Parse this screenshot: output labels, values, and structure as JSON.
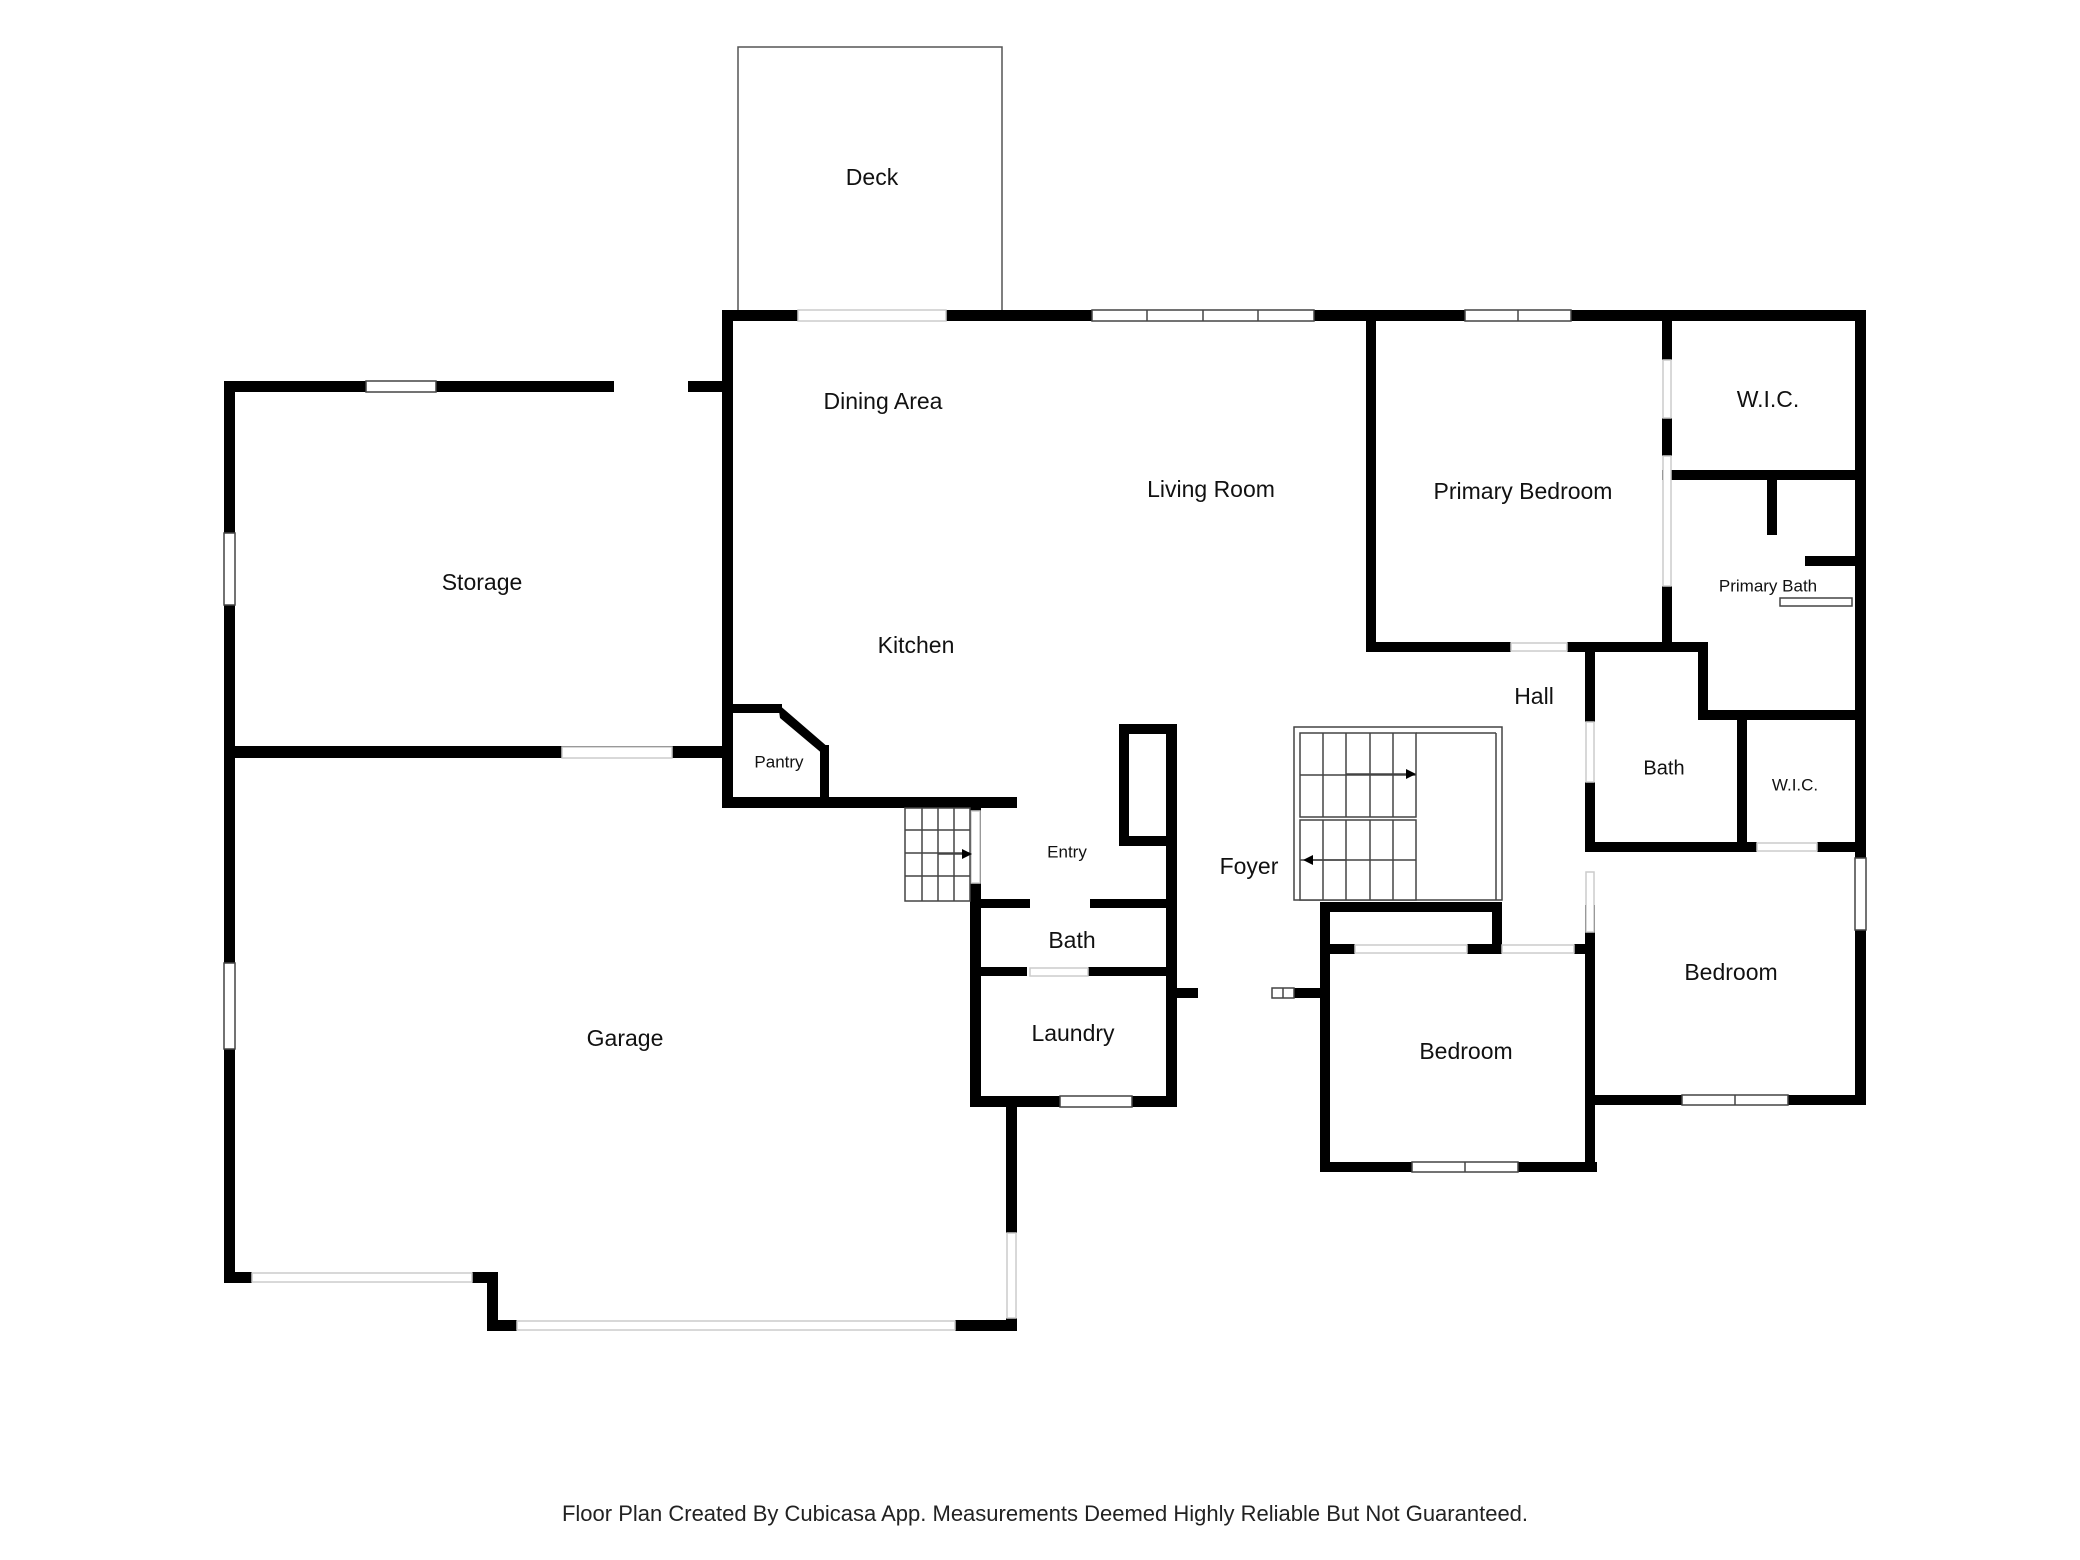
{
  "floorplan": {
    "rooms": {
      "deck": "Deck",
      "dining_area": "Dining Area",
      "living_room": "Living Room",
      "primary_bedroom": "Primary Bedroom",
      "wic_primary": "W.I.C.",
      "primary_bath": "Primary Bath",
      "storage": "Storage",
      "kitchen": "Kitchen",
      "hall": "Hall",
      "pantry": "Pantry",
      "entry": "Entry",
      "foyer": "Foyer",
      "bath_hall": "Bath",
      "wic_bedroom": "W.I.C.",
      "bath_entry": "Bath",
      "garage": "Garage",
      "laundry": "Laundry",
      "bedroom_1": "Bedroom",
      "bedroom_2": "Bedroom"
    },
    "caption": "Floor Plan Created By Cubicasa App. Measurements Deemed Highly Reliable But Not Guaranteed."
  }
}
